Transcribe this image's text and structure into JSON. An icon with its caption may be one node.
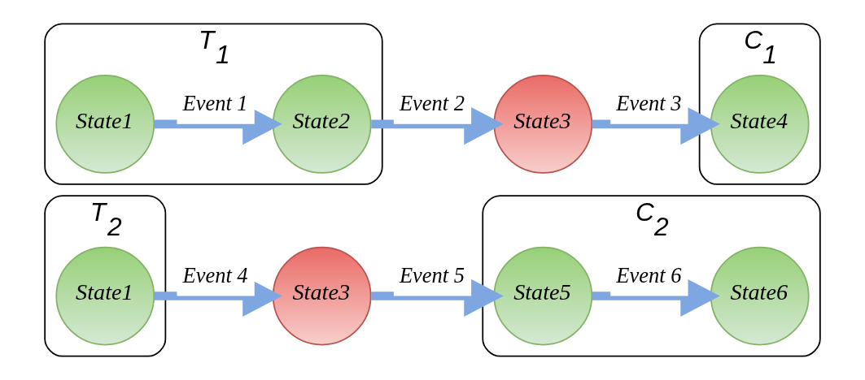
{
  "diagram": {
    "nodes": [
      {
        "text": [
          "T$_{1}$"
        ]
      },
      {
        "text": [
          "State1"
        ],
        "in": 0
      },
      {
        "text": [
          "State2"
        ],
        "in": 0
      },
      {
        "text": [
          "State3"
        ]
      },
      {
        "text": [
          "C$_{1}$"
        ]
      },
      {
        "text": [
          "State4"
        ],
        "in": 4
      },
      {
        "text": [
          "T$_{2}$"
        ]
      },
      {
        "text": [
          "State1"
        ],
        "in": 6
      },
      {
        "text": [
          "State3"
        ]
      },
      {
        "text": [
          "C$_{2}$"
        ]
      },
      {
        "text": [
          "State5"
        ],
        "in": 9
      },
      {
        "text": [
          "State6"
        ],
        "in": 9
      }
    ],
    "edges": [
      {
        "from": 1,
        "to": 2,
        "arrow": "to",
        "label": "Event 1"
      },
      {
        "from": 2,
        "to": 3,
        "arrow": "to",
        "label": "Event 2"
      },
      {
        "from": 3,
        "to": 5,
        "arrow": "to",
        "label": "Event 3"
      },
      {
        "from": 7,
        "to": 8,
        "arrow": "to",
        "label": "Event 4"
      },
      {
        "from": 8,
        "to": 10,
        "arrow": "to",
        "label": "Event 5"
      },
      {
        "from": 10,
        "to": 11,
        "arrow": "to",
        "label": "Event 6"
      }
    ]
  }
}
